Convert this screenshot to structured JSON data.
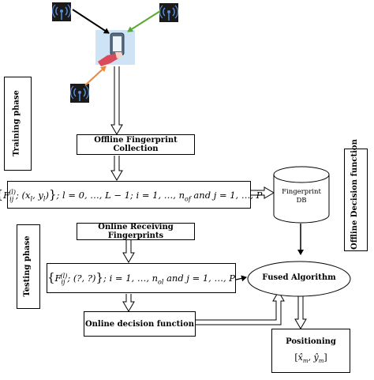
{
  "labels": {
    "training_phase": "Training phase",
    "testing_phase": "Testing phase",
    "offline_decision_function": "Offline Decision function",
    "offline_fingerprint_collection": "Offline Fingerprint Collection",
    "online_receiving_fingerprints": "Online Receiving Fingerprints",
    "online_decision_function": "Online decision function",
    "fused_algorithm": "Fused Algorithm",
    "positioning": "Positioning",
    "fingerprint_db_line1": "Fingerprint",
    "fingerprint_db_line2": "DB"
  },
  "formulas": {
    "offline_set": "{F_ij^(l); (x_l, y_l)}; l = 0, …, L − 1; i = 1, …, n_of and j = 1, …, P",
    "online_set": "{F_ij^(l); (?, ?)}; i = 1, …, n_ol and j = 1, …, P",
    "position_estimate": "[x̂_m, ŷ_m]"
  },
  "colors": {
    "arrow_black": "#000000",
    "arrow_green": "#5aa832",
    "arrow_orange": "#e58a3a",
    "phone_bg": "#cfe3f6",
    "hand": "#d94a5a"
  },
  "icons": [
    "antenna-icon",
    "antenna-icon",
    "antenna-icon",
    "smartphone-icon"
  ]
}
